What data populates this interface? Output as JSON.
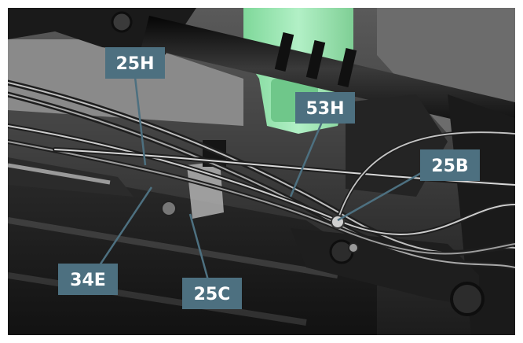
{
  "callouts": [
    {
      "id": "25H",
      "label": "25H"
    },
    {
      "id": "53H",
      "label": "53H"
    },
    {
      "id": "25B",
      "label": "25B"
    },
    {
      "id": "34E",
      "label": "34E"
    },
    {
      "id": "25C",
      "label": "25C"
    }
  ],
  "colors": {
    "label_box": "#4d7080",
    "label_text": "#ffffff",
    "leader_line": "#4d7080",
    "wire": "#2e2e2e",
    "wire_highlight": "#bdbdbd",
    "green_part": "#9ee8b4",
    "dark_part": "#1e1e1e"
  }
}
